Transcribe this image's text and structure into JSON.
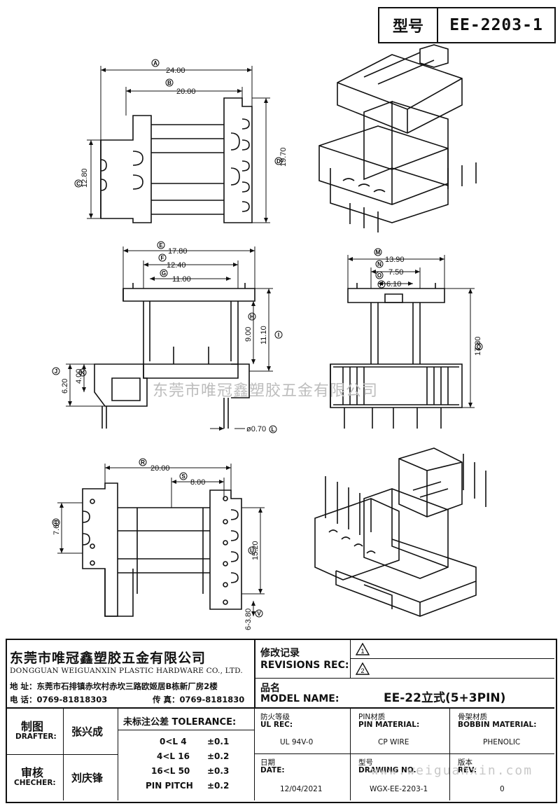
{
  "header": {
    "model_label": "型号",
    "model_value": "EE-2203-1"
  },
  "dimensions": {
    "top_view": {
      "overall_width": "24.00",
      "inner_width": "20.00",
      "height": "19.70",
      "side_height": "12.80",
      "labels": [
        "A",
        "B",
        "C",
        "D"
      ]
    },
    "front_view": {
      "w1": "17.80",
      "w2": "12.40",
      "w3": "11.00",
      "h1": "9.00",
      "h2": "11.10",
      "h3": "4.00",
      "h4": "6.20",
      "pin_dia": "ø0.70",
      "labels": [
        "E",
        "F",
        "G",
        "H",
        "I",
        "J",
        "K",
        "L"
      ]
    },
    "side_view": {
      "w1": "13.90",
      "w2": "7.50",
      "w3": "6.10",
      "height": "17.80",
      "labels": [
        "M",
        "N",
        "O",
        "P",
        "Q"
      ]
    },
    "bottom_view": {
      "width": "20.00",
      "half": "8.00",
      "left_h": "7.60",
      "height": "15.20",
      "pitch": "6-3.80",
      "labels": [
        "R",
        "S",
        "T",
        "U",
        "V"
      ]
    }
  },
  "watermark": {
    "company": "东莞市唯冠鑫塑胶五金有限公司",
    "url": "www.weiguanxin.com"
  },
  "title_block": {
    "company_cn": "东莞市唯冠鑫塑胶五金有限公司",
    "company_en": "DONGGUAN WEIGUANXIN PLASTIC HARDWARE CO., LTD.",
    "address": "地 址：东莞市石排镇赤坎村赤坎三路欧姬居B栋新厂房2楼",
    "tel": "电 话：0769-81818303",
    "fax": "传 真：0769-8181830",
    "revisions_cn": "修改记录",
    "revisions_en": "REVISIONS REC:",
    "rev_marks": [
      "1",
      "2"
    ],
    "model_name_cn": "品名",
    "model_name_en": "MODEL NAME:",
    "model_name_value": "EE-22立式(5+3PIN)",
    "drafter_cn": "制图",
    "drafter_en": "DRAFTER:",
    "drafter_name": "张兴成",
    "checker_cn": "审核",
    "checker_en": "CHECHER:",
    "checker_name": "刘庆锋",
    "tolerance_title": "未标注公差 TOLERANCE:",
    "tolerance_rows": [
      {
        "range": "0<L  4",
        "tol": "±0.1"
      },
      {
        "range": "4<L  16",
        "tol": "±0.2"
      },
      {
        "range": "16<L  50",
        "tol": "±0.3"
      },
      {
        "range": "PIN PITCH",
        "tol": "±0.2"
      }
    ],
    "ul_cn": "防火等级",
    "ul_en": "UL REC:",
    "ul_value": "UL 94V-0",
    "pin_cn": "PIN材质",
    "pin_en": "PIN MATERIAL:",
    "pin_value": "CP WIRE",
    "bobbin_cn": "骨架材质",
    "bobbin_en": "BOBBIN MATERIAL:",
    "bobbin_value": "PHENOLIC",
    "date_cn": "日期",
    "date_en": "DATE:",
    "date_value": "12/04/2021",
    "drawing_cn": "型号",
    "drawing_en": "DRAWING NO.",
    "drawing_value": "WGX-EE-2203-1",
    "rev_cn": "版本",
    "rev_en": "REV:",
    "rev_value": "0"
  }
}
